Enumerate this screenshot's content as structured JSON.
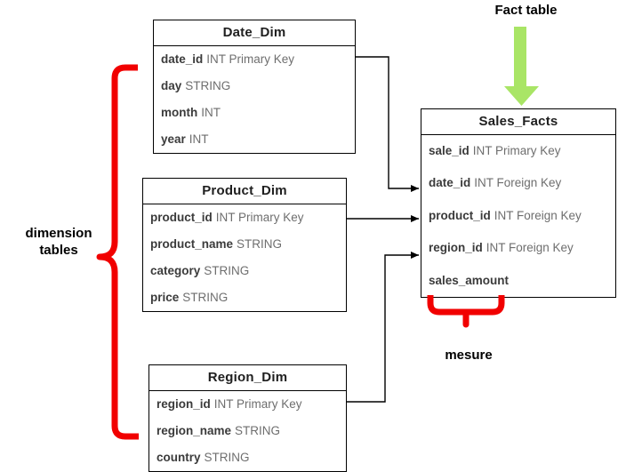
{
  "diagram": {
    "labels": {
      "fact_table": "Fact table",
      "dimension_tables": "dimension tables",
      "measure": "mesure"
    },
    "colors": {
      "annotation_red": "#f10000",
      "arrow_green": "#a9e566",
      "table_border": "#000000",
      "field_name": "#3b3b3b",
      "field_type": "#6e6e6e"
    },
    "tables": {
      "date_dim": {
        "title": "Date_Dim",
        "fields": [
          {
            "name": "date_id",
            "type": "INT Primary Key"
          },
          {
            "name": "day",
            "type": "STRING"
          },
          {
            "name": "month",
            "type": "INT"
          },
          {
            "name": "year",
            "type": "INT"
          }
        ]
      },
      "product_dim": {
        "title": "Product_Dim",
        "fields": [
          {
            "name": "product_id",
            "type": "INT Primary Key"
          },
          {
            "name": "product_name",
            "type": "STRING"
          },
          {
            "name": "category",
            "type": "STRING"
          },
          {
            "name": "price",
            "type": "STRING"
          }
        ]
      },
      "region_dim": {
        "title": "Region_Dim",
        "fields": [
          {
            "name": "region_id",
            "type": "INT Primary Key"
          },
          {
            "name": "region_name",
            "type": "STRING"
          },
          {
            "name": "country",
            "type": "STRING"
          }
        ]
      },
      "sales_facts": {
        "title": "Sales_Facts",
        "fields": [
          {
            "name": "sale_id",
            "type": "INT Primary Key"
          },
          {
            "name": "date_id",
            "type": "INT Foreign Key"
          },
          {
            "name": "product_id",
            "type": "INT Foreign Key"
          },
          {
            "name": "region_id",
            "type": "INT Foreign Key"
          },
          {
            "name": "sales_amount",
            "type": ""
          }
        ]
      }
    }
  }
}
